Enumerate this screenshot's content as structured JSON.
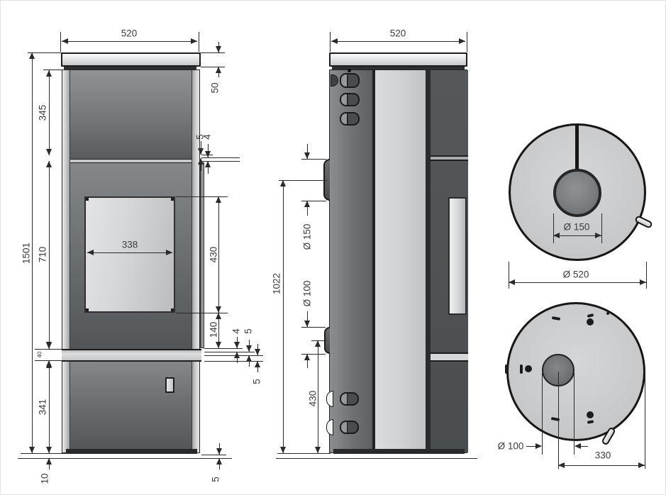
{
  "drawing": {
    "front_view": {
      "width": "520",
      "total_height": "1501",
      "top_plate_height": "50",
      "upper_section_height": "345",
      "upper_gap_a": "5",
      "upper_gap_b": "4",
      "door_section_height": "710",
      "window_width": "338",
      "window_height": "430",
      "below_window": "140",
      "shelf_gap_a": "4",
      "shelf_gap_b": "5",
      "shelf_gap_c": "5",
      "shelf_band": "40",
      "base_section_height": "341",
      "floor_clearance": "10",
      "base_edge_gap": "5"
    },
    "side_view": {
      "width": "520",
      "flue_outlet_height": "1022",
      "flue_outlet_diameter": "Ø 150",
      "air_inlet_diameter": "Ø 100",
      "air_inlet_height": "430"
    },
    "top_view": {
      "flue_diameter": "Ø 150",
      "body_diameter": "Ø 520"
    },
    "bottom_view": {
      "air_inlet_diameter": "Ø 100",
      "air_inlet_offset": "330"
    },
    "colors": {
      "line": "#2a2a2a",
      "body_dark": "#5d6062",
      "panel_light": "#d5d7d9",
      "background": "#ffffff"
    }
  }
}
